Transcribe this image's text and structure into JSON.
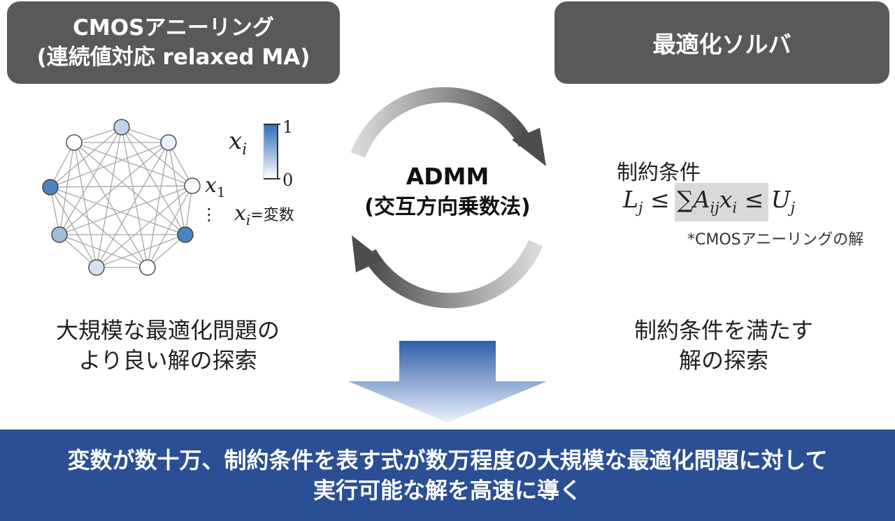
{
  "left_header": {
    "line1": "CMOSアニーリング",
    "line2": "(連続値対応 relaxed MA)"
  },
  "right_header": {
    "title": "最適化ソルバ"
  },
  "graph": {
    "var_symbol": "x",
    "var_sub": "i",
    "x1_symbol": "x",
    "x1_sub": "1",
    "scale_max": "1",
    "scale_min": "0",
    "legend_sub": "i",
    "legend_text": "=変数",
    "ellipsis": "⋮",
    "node_levels": [
      0.3,
      0.0,
      0.85,
      0.45,
      0.2,
      0.0,
      0.85,
      0.0,
      0.1
    ],
    "colors": {
      "edge": "#a6a6a6",
      "node_stroke": "#333333",
      "scale_top": "#2e6db5",
      "scale_bottom": "#ffffff"
    }
  },
  "cycle": {
    "line1": "ADMM",
    "line2": "(交互方向乗数法)"
  },
  "constraint": {
    "title": "制約条件",
    "L": "L",
    "L_sub": "j",
    "leq": "≤",
    "sum": "∑",
    "A": "A",
    "A_sub": "ij",
    "x": "x",
    "x_sub": "i",
    "U": "U",
    "U_sub": "j",
    "footnote": "*CMOSアニーリングの解"
  },
  "left_caption": {
    "line1": "大規模な最適化問題の",
    "line2": "より良い解の探索"
  },
  "right_caption": {
    "line1": "制約条件を満たす",
    "line2": "解の探索"
  },
  "banner": {
    "line1": "変数が数十万、制約条件を表す式が数万程度の大規模な最適化問題に対して",
    "line2": "実行可能な解を高速に導く"
  },
  "colors": {
    "header_bg": "#595959",
    "banner_bg": "#2b4f94",
    "arrow_top": "#2e5ea8",
    "arrow_bottom": "#e8f0fa"
  }
}
